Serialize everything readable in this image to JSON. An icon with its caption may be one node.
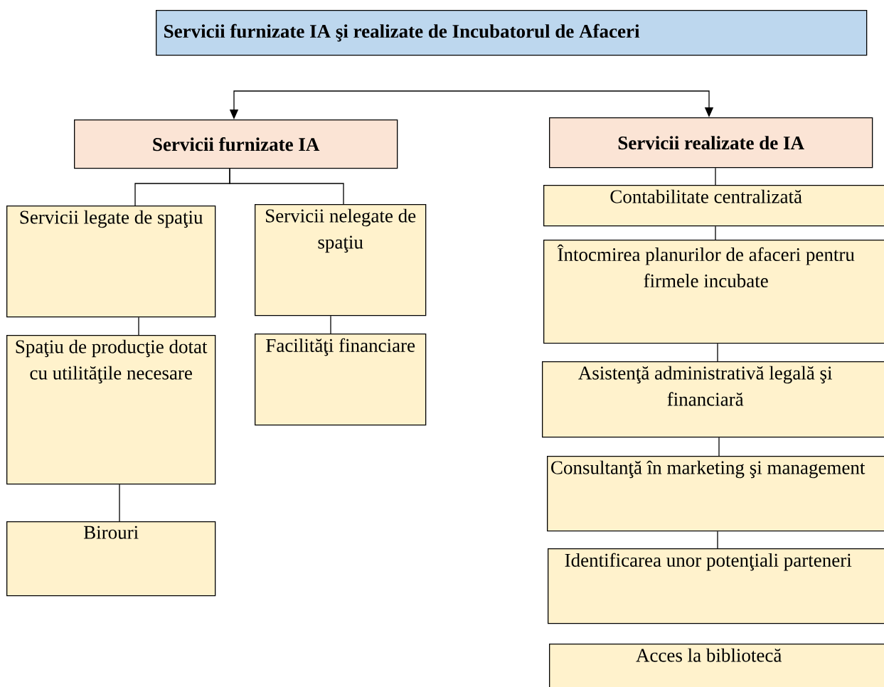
{
  "diagram": {
    "nodes": [
      {
        "text": [
          "Servicii furnizate IA şi realizate de Incubatorul de Afaceri"
        ]
      },
      {
        "text": [
          "Servicii furnizate IA"
        ]
      },
      {
        "text": [
          "Servicii realizate de IA"
        ]
      },
      {
        "text": [
          "Servicii legate de spaţiu"
        ]
      },
      {
        "text": [
          "Servicii nelegate de spaţiu"
        ]
      },
      {
        "text": [
          "Spaţiu de producţie dotat cu utilităţile necesare"
        ]
      },
      {
        "text": [
          "Facilităţi financiare"
        ]
      },
      {
        "text": [
          "Birouri"
        ]
      },
      {
        "text": [
          "Contabilitate centralizată"
        ]
      },
      {
        "text": [
          "Întocmirea planurilor de afaceri pentru firmele incubate"
        ]
      },
      {
        "text": [
          "Asistenţă administrativă legală şi financiară"
        ]
      },
      {
        "text": [
          "Consultanţă în marketing şi management"
        ]
      },
      {
        "text": [
          "Identificarea unor potenţiali parteneri"
        ]
      },
      {
        "text": [
          "Acces la bibliotecă"
        ]
      }
    ],
    "edges": [
      {
        "from": null,
        "to": 1,
        "arrow": "to"
      },
      {
        "from": null,
        "to": 2,
        "arrow": "to"
      },
      {
        "from": 1,
        "to": 3,
        "arrow": "none"
      },
      {
        "from": 1,
        "to": 4,
        "arrow": "none"
      },
      {
        "from": 3,
        "to": 5,
        "arrow": "none"
      },
      {
        "from": 5,
        "to": 7,
        "arrow": "none"
      },
      {
        "from": 4,
        "to": 6,
        "arrow": "none"
      },
      {
        "from": 2,
        "to": 8,
        "arrow": "none"
      },
      {
        "from": 8,
        "to": 9,
        "arrow": "none"
      },
      {
        "from": 9,
        "to": 10,
        "arrow": "none"
      },
      {
        "from": 10,
        "to": 11,
        "arrow": "none"
      },
      {
        "from": 11,
        "to": 12,
        "arrow": "none"
      }
    ]
  }
}
